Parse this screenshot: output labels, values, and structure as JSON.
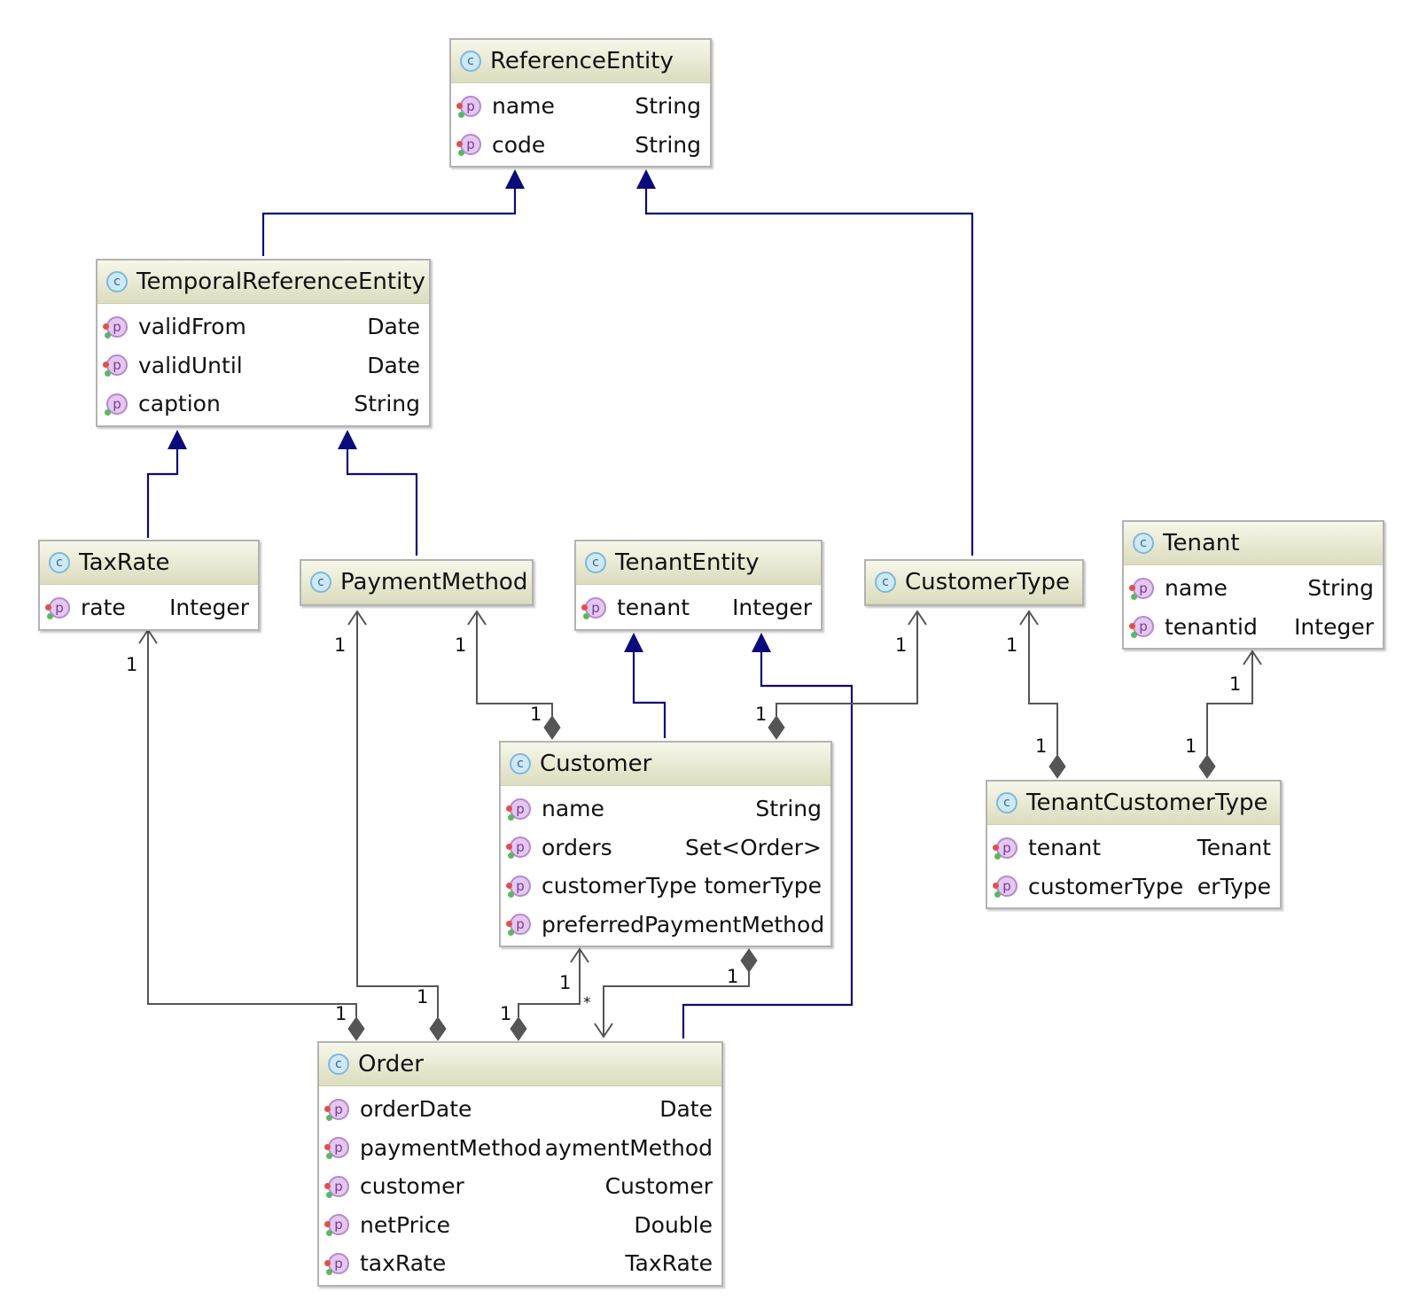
{
  "classes": {
    "reference_entity": {
      "name": "ReferenceEntity",
      "icon": "c-class-icon",
      "props": [
        {
          "name": "name",
          "type": "String"
        },
        {
          "name": "code",
          "type": "String"
        }
      ]
    },
    "temporal_reference_entity": {
      "name": "TemporalReferenceEntity",
      "icon": "c-class-icon",
      "props": [
        {
          "name": "validFrom",
          "type": "Date"
        },
        {
          "name": "validUntil",
          "type": "Date"
        },
        {
          "name": "caption",
          "type": "String"
        }
      ]
    },
    "tax_rate": {
      "name": "TaxRate",
      "icon": "c-class-icon",
      "props": [
        {
          "name": "rate",
          "type": "Integer"
        }
      ]
    },
    "payment_method": {
      "name": "PaymentMethod",
      "icon": "c-class-icon",
      "props": []
    },
    "tenant_entity": {
      "name": "TenantEntity",
      "icon": "c-class-icon",
      "props": [
        {
          "name": "tenant",
          "type": "Integer"
        }
      ]
    },
    "customer_type": {
      "name": "CustomerType",
      "icon": "c-class-icon",
      "props": []
    },
    "tenant": {
      "name": "Tenant",
      "icon": "c-class-icon",
      "props": [
        {
          "name": "name",
          "type": "String"
        },
        {
          "name": "tenantid",
          "type": "Integer"
        }
      ]
    },
    "customer": {
      "name": "Customer",
      "icon": "c-class-icon",
      "props": [
        {
          "name": "name",
          "type": "String"
        },
        {
          "name": "orders",
          "type": "Set<Order>"
        },
        {
          "name": "customerType",
          "type": "tomerType"
        },
        {
          "name": "preferredPaymentMethod",
          "type": ""
        }
      ]
    },
    "tenant_customer_type": {
      "name": "TenantCustomerType",
      "icon": "c-class-icon",
      "props": [
        {
          "name": "tenant",
          "type": "Tenant"
        },
        {
          "name": "customerType",
          "type": "erType"
        }
      ]
    },
    "order": {
      "name": "Order",
      "icon": "c-class-icon",
      "props": [
        {
          "name": "orderDate",
          "type": "Date"
        },
        {
          "name": "paymentMethod",
          "type": "aymentMethod"
        },
        {
          "name": "customer",
          "type": "Customer"
        },
        {
          "name": "netPrice",
          "type": "Double"
        },
        {
          "name": "taxRate",
          "type": "TaxRate"
        }
      ]
    }
  },
  "icons": {
    "class_letter": "c",
    "property_letter": "p"
  },
  "multiplicities": {
    "taxrate_end": "1",
    "taxrate_order_end": "1",
    "payment_order_end": "1",
    "payment_order_target": "1",
    "payment_customer_target": "1",
    "payment_customer_end": "1",
    "customertype_customer_target": "1",
    "customertype_customer_end": "1",
    "customertype_tct_target": "1",
    "customertype_tct_end": "1",
    "tenant_tct_target": "1",
    "tenant_tct_end": "1",
    "customer_order_target": "1",
    "customer_order_end": "1",
    "order_customer_many": "*",
    "customer_orders_end": "1"
  },
  "colors": {
    "generalization": "#0a0a7a",
    "association": "#555555",
    "header_top": "#f7f7ea",
    "header_bottom": "#dcdcbf"
  }
}
